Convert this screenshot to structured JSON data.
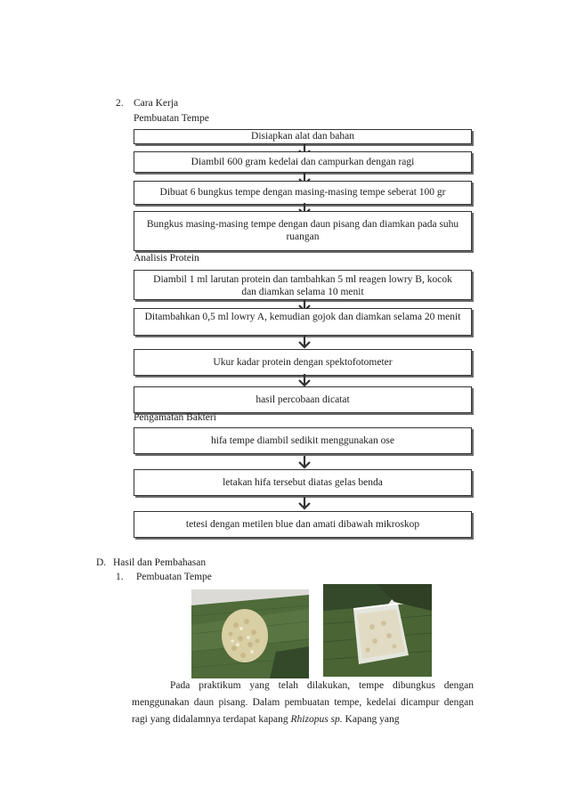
{
  "section2": {
    "number": "2.",
    "title": "Cara Kerja"
  },
  "subsections": {
    "tempe": "Pembuatan  Tempe",
    "protein": "Analisis  Protein",
    "bakteri": "Pengamatan  Bakteri"
  },
  "flow_tempe": [
    "Disiapkan  alat  dan bahan",
    "Diambil  600 gram kedelai  dan campurkan  dengan ragi",
    "Dibuat  6 bungkus   tempe dengan masing-masing  tempe seberat 100 gr",
    "Bungkus  masing-masing  tempe dengan daun pisang  dan diamkan pada suhu ruangan"
  ],
  "flow_protein": [
    "Diambil  1 ml larutan  protein dan tambahkan  5 ml reagen lowry B, kocok dan diamkan  selama  10 menit",
    "Ditambahkan  0,5 ml lowry A, kemudian  gojok dan diamkan selama 20 menit",
    "Ukur kadar protein  dengan  spektofotometer",
    "hasil  percobaan dicatat"
  ],
  "flow_bakteri": [
    "hifa  tempe diambil  sedikit  menggunakan  ose",
    "letakan  hifa  tersebut  diatas gelas benda",
    "tetesi  dengan metilen  blue dan amati dibawah mikroskop"
  ],
  "sectionD": {
    "letter": "D.",
    "title": "Hasil  dan Pembahasan"
  },
  "sub1": {
    "number": "1.",
    "title": "Pembuatan  Tempe"
  },
  "paragraph": {
    "part1": "Pada   praktikum   yang   telah   dilakukan,   tempe   dibungkus   dengan menggunakan   daun   pisang.   Dalam   pembuatan   tempe,   kedelai   dicampur dengan  ragi  yang  didalamnya  terdapat  kapang  ",
    "species": "Rhizopus sp.",
    "part2": "  Kapang  yang"
  },
  "colors": {
    "leaf": "#4f6b3a",
    "leaf_dark": "#34492a",
    "soy": "#d9cfa4",
    "bg_photo": "#e8e6e2"
  }
}
